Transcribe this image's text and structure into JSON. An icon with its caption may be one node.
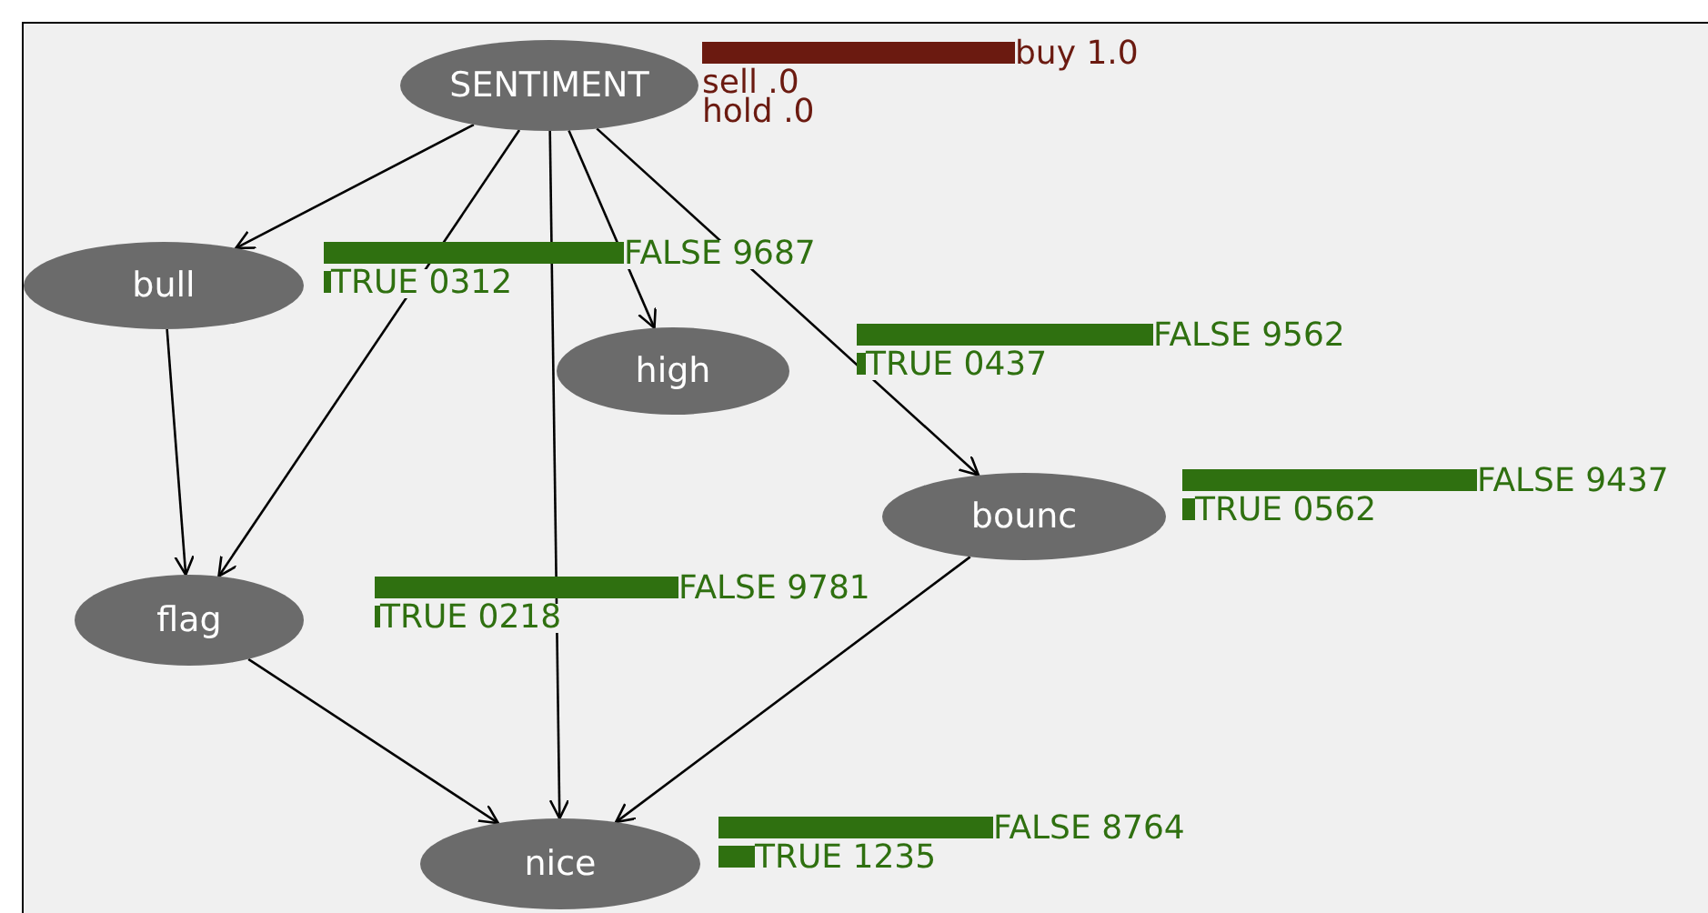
{
  "diagram": {
    "nodes": [
      {
        "text": [
          "SENTIMENT"
        ]
      },
      {
        "text": [
          "bull"
        ]
      },
      {
        "text": [
          "high"
        ]
      },
      {
        "text": [
          "bounc"
        ]
      },
      {
        "text": [
          "flag"
        ]
      },
      {
        "text": [
          "nice"
        ]
      }
    ],
    "edges": [
      {
        "from": 0,
        "to": 1,
        "arrow": "to"
      },
      {
        "from": 0,
        "to": 2,
        "arrow": "to"
      },
      {
        "from": 0,
        "to": 3,
        "arrow": "to"
      },
      {
        "from": 0,
        "to": 4,
        "arrow": "to"
      },
      {
        "from": 0,
        "to": 5,
        "arrow": "to"
      },
      {
        "from": 1,
        "to": 4,
        "arrow": "to"
      },
      {
        "from": 4,
        "to": 5,
        "arrow": "to"
      },
      {
        "from": 3,
        "to": 5,
        "arrow": "to"
      }
    ],
    "labels": [
      "buy 1.0",
      "sell .0",
      "hold .0",
      "FALSE 9687",
      "TRUE 0312",
      "FALSE 9562",
      "TRUE 0437",
      "FALSE 9437",
      "TRUE 0562",
      "FALSE 9781",
      "TRUE 0218",
      "FALSE 8764",
      "TRUE 1235"
    ]
  }
}
